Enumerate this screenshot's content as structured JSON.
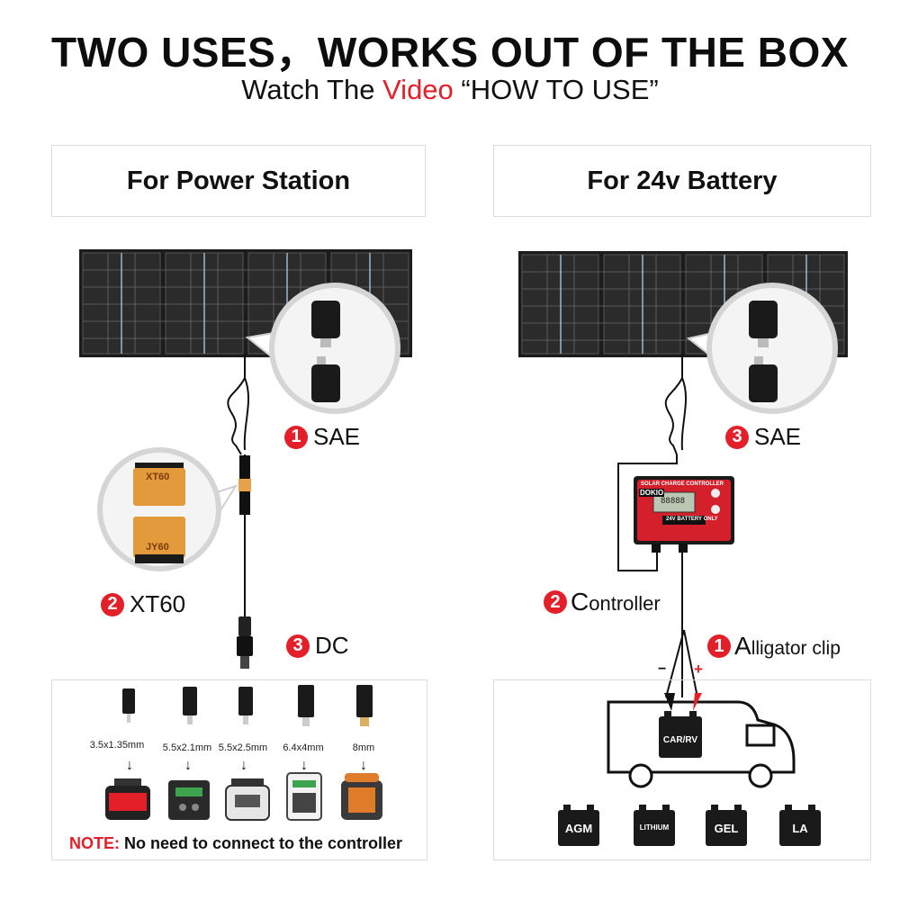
{
  "header": {
    "title": "TWO USES，WORKS OUT OF THE BOX",
    "subtitle_pre": "Watch The ",
    "subtitle_red": "Video",
    "subtitle_post": " “HOW TO USE”"
  },
  "left": {
    "heading": "For Power Station",
    "steps": [
      {
        "num": "1",
        "label": "SAE"
      },
      {
        "num": "2",
        "label": "XT60"
      },
      {
        "num": "3",
        "label": "DC"
      }
    ],
    "xt60_top": "XT60",
    "xt60_bottom": "JY60",
    "plugs": [
      "3.5x1.35mm",
      "5.5x2.1mm",
      "5.5x2.5mm",
      "6.4x4mm",
      "8mm"
    ],
    "arrow": "↓",
    "note_prefix": "NOTE:",
    "note_text": " No need to connect to the controller"
  },
  "right": {
    "heading": "For 24v Battery",
    "steps": [
      {
        "num": "3",
        "label": "SAE"
      },
      {
        "num": "2",
        "label_big": "C",
        "label_rest": "ontroller"
      },
      {
        "num": "1",
        "label_big": "A",
        "label_rest": "lligator clip"
      }
    ],
    "controller": {
      "brand": "DOKIO",
      "title": "SOLAR CHARGE CONTROLLER",
      "display": "88888",
      "badge": "24V BATTERY ONLY"
    },
    "minus": "−",
    "plus": "+",
    "rv_battery": "CAR/RV",
    "batteries": [
      "AGM",
      "LITHIUM",
      "GEL",
      "LA"
    ]
  },
  "colors": {
    "accent": "#e3202a",
    "panel": "#1a1a1a"
  }
}
